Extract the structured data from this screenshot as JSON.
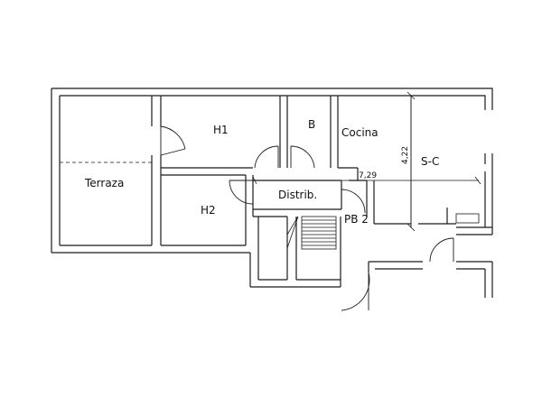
{
  "rooms": {
    "terraza": "Terraza",
    "h1": "H1",
    "h2": "H2",
    "b": "B",
    "cocina": "Cocina",
    "sc": "S-C",
    "distrib": "Distrib.",
    "pb2": "PB 2"
  },
  "dimensions": {
    "horizontal": "7,29",
    "vertical": "4,22"
  }
}
